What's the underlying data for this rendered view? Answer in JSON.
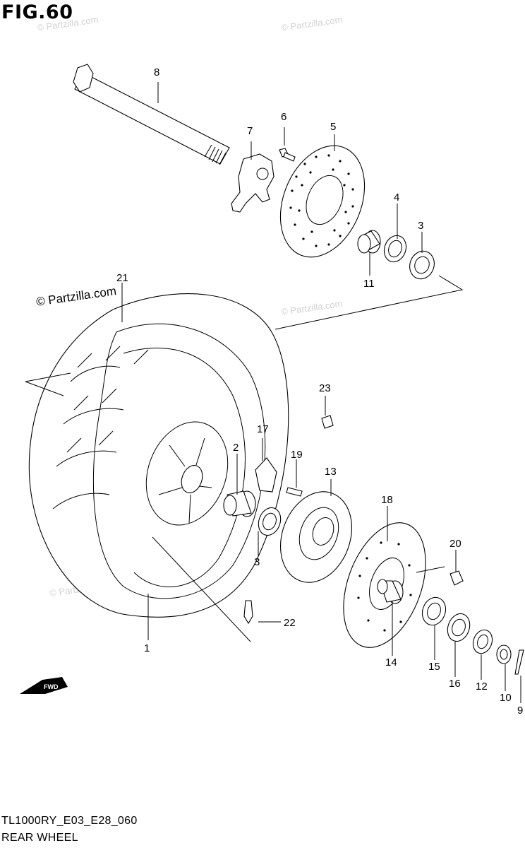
{
  "figure": {
    "title": "FIG.60"
  },
  "watermarks": [
    "© Partzilla.com",
    "© Partzilla.com",
    "© Partzilla.com",
    "© Partzilla.com"
  ],
  "credit": "© Partzilla.com",
  "model_code": "TL1000RY_E03_E28_060",
  "caption": "REAR WHEEL",
  "direction_badge": "FWD",
  "callouts": {
    "p1": "1",
    "p2": "2",
    "p3a": "3",
    "p3b": "3",
    "p4": "4",
    "p5": "5",
    "p6": "6",
    "p7": "7",
    "p8": "8",
    "p9": "9",
    "p10": "10",
    "p11": "11",
    "p12": "12",
    "p13": "13",
    "p14": "14",
    "p15": "15",
    "p16": "16",
    "p17": "17",
    "p18": "18",
    "p19": "19",
    "p20": "20",
    "p21": "21",
    "p22": "22",
    "p23": "23"
  }
}
